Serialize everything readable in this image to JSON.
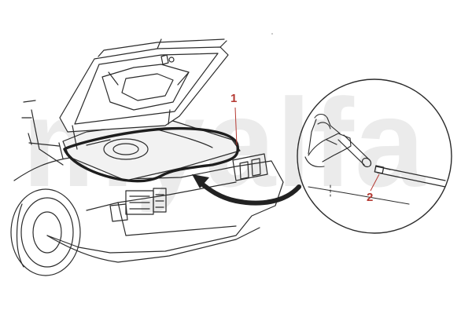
{
  "watermark": {
    "text": "myalfa",
    "color": "#ebebeb"
  },
  "callouts": [
    {
      "id": "1",
      "label": "1",
      "color": "#b53a33",
      "refers_to": "boot-lid-seal"
    },
    {
      "id": "2",
      "label": "2",
      "color": "#b53a33",
      "refers_to": "seal-end-joint"
    }
  ],
  "colors": {
    "line": "#2b2b2b",
    "seal": "#1e1e1e",
    "callout": "#b53a33",
    "arrow": "#222222",
    "watermark": "#ebebeb"
  }
}
